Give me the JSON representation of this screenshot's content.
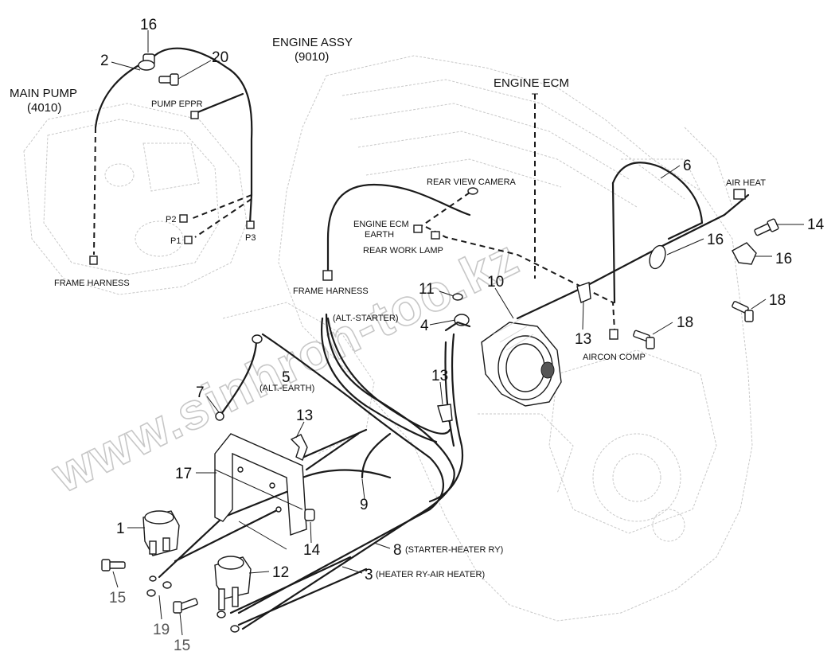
{
  "titles": {
    "main_pump": "MAIN PUMP",
    "main_pump_code": "(4010)",
    "engine_assy": "ENGINE ASSY",
    "engine_assy_code": "(9010)",
    "engine_ecm": "ENGINE ECM"
  },
  "labels": {
    "pump_eppr": "PUMP EPPR",
    "p2": "P2",
    "p1": "P1",
    "p3": "P3",
    "frame_harness_left": "FRAME HARNESS",
    "frame_harness_mid": "FRAME HARNESS",
    "rear_view_camera": "REAR VIEW CAMERA",
    "engine_ecm_earth_1": "ENGINE ECM",
    "engine_ecm_earth_2": "EARTH",
    "rear_work_lamp": "REAR WORK LAMP",
    "alt_starter": "(ALT.-STARTER)",
    "alt_earth": "(ALT.-EARTH)",
    "air_heat": "AIR HEAT",
    "aircon_comp": "AIRCON COMP",
    "starter_heater_ry": "(STARTER-HEATER RY)",
    "heater_ry_air_heater": "(HEATER RY-AIR HEATER)"
  },
  "callouts": {
    "n16_top": "16",
    "n2": "2",
    "n20": "20",
    "n6": "6",
    "n14_right": "14",
    "n16_r1": "16",
    "n16_r2": "16",
    "n18_right": "18",
    "n18_mid": "18",
    "n10": "10",
    "n11": "11",
    "n4": "4",
    "n13_a": "13",
    "n13_b": "13",
    "n13_c": "13",
    "n5": "5",
    "n7": "7",
    "n17": "17",
    "n9": "9",
    "n1": "1",
    "n14_bottom": "14",
    "n8": "8",
    "n12": "12",
    "n3": "3",
    "n15_a": "15",
    "n19": "19",
    "n15_b": "15"
  },
  "watermark": "www.sinhron-too.kz"
}
